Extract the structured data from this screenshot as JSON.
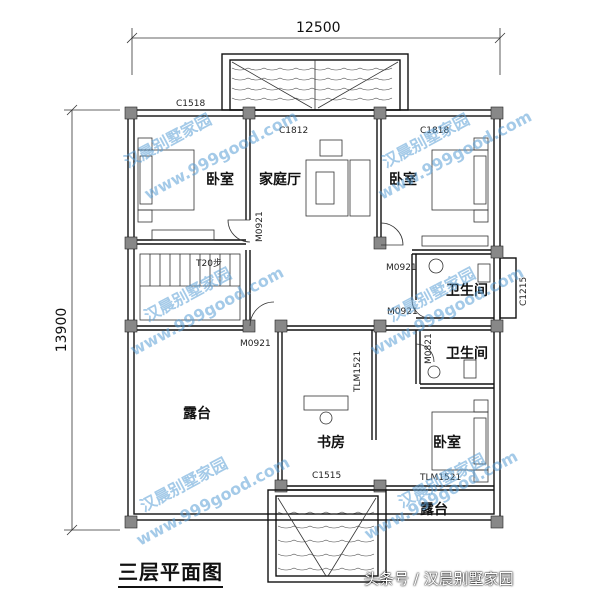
{
  "dimensions": {
    "width": "12500",
    "height": "13900"
  },
  "rooms": {
    "bedroom_left": "卧室",
    "family_hall": "家庭厅",
    "bedroom_right": "卧室",
    "bathroom_1": "卫生间",
    "bathroom_2": "卫生间",
    "terrace_left": "露台",
    "study": "书房",
    "bedroom_bottom": "卧室",
    "terrace_bottom": "露台"
  },
  "codes": {
    "c1518": "C1518",
    "c1812": "C1812",
    "c1818": "C1818",
    "m0921_a": "M0921",
    "m0921_b": "M0921",
    "m0921_c": "M0921",
    "m0921_d": "M0921",
    "m0821": "M0821",
    "c1215": "C1215",
    "tlm1521": "TLM1521",
    "tlm1521_b": "TLM1521",
    "c1515": "C1515",
    "stair": "T20步"
  },
  "watermark": {
    "text_cn": "汉晨别墅家园",
    "text_url": "www.999good.com"
  },
  "title": "三层平面图",
  "footer": "头条号 / 汉晨别墅家园"
}
